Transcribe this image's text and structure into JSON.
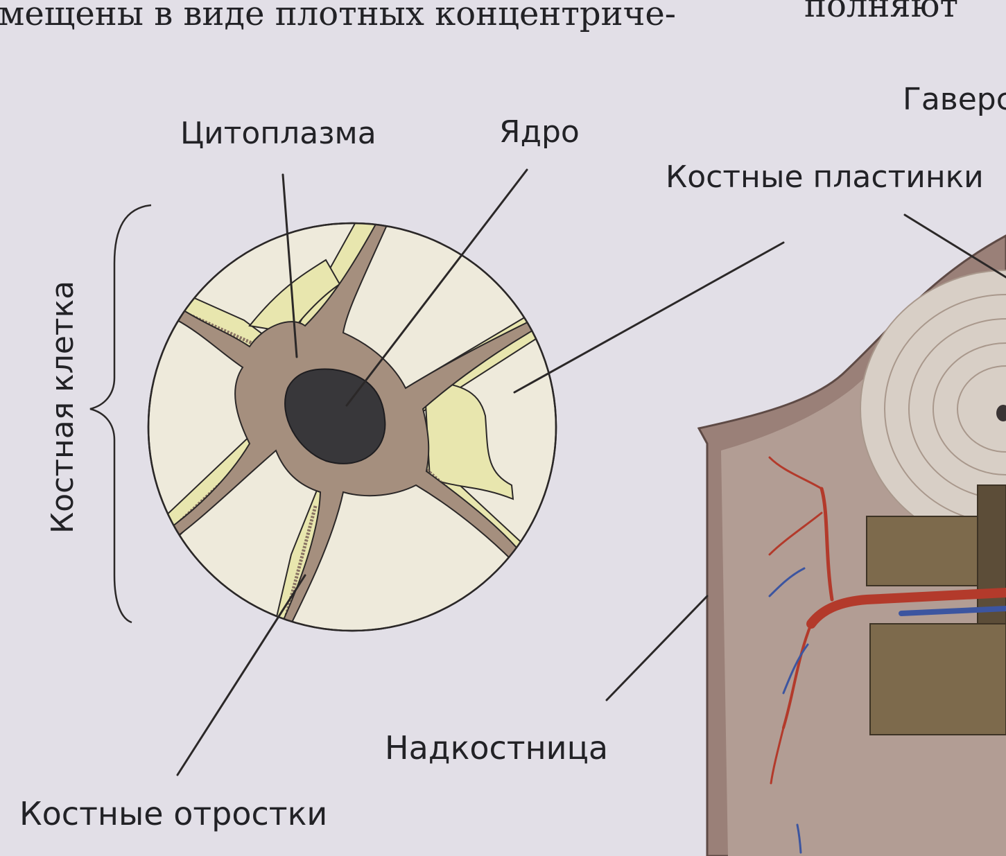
{
  "page": {
    "top_text_left": "мещены в виде плотных концентриче-",
    "top_text_right": "полняют"
  },
  "diagram": {
    "labels": {
      "cytoplasm": "Цитоплазма",
      "nucleus": "Ядро",
      "havers_canal": "Гаверс",
      "bone_plates": "Костные пластинки",
      "bone_cell": "Костная клетка",
      "periosteum": "Надкостница",
      "bone_processes": "Костные отростки"
    },
    "colors": {
      "paper": "#e2dfe7",
      "matrix": "#eeeadb",
      "process_yellow": "#e8e6ae",
      "cytoplasm": "#a58f7e",
      "nucleus": "#38373a",
      "outline": "#2b2828",
      "periosteum": "#9a8078",
      "bone_plates": "#d8cfc6",
      "bone_block": "#7d6a4c",
      "artery": "#b33a2b",
      "vein": "#3c55a0"
    }
  }
}
